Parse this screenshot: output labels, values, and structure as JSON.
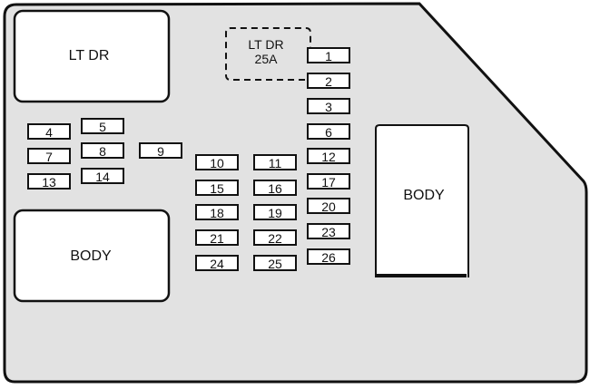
{
  "relays": {
    "top_left": "LT DR",
    "bottom_left": "BODY",
    "right": "BODY"
  },
  "circuit_breaker": {
    "line1": "LT DR",
    "line2": "25A"
  },
  "fuses": [
    "1",
    "2",
    "3",
    "4",
    "5",
    "6",
    "7",
    "8",
    "9",
    "10",
    "11",
    "12",
    "13",
    "14",
    "15",
    "16",
    "17",
    "18",
    "19",
    "20",
    "21",
    "22",
    "23",
    "24",
    "25",
    "26"
  ],
  "colors": {
    "panel": "#e2e2e2",
    "outline": "#111111",
    "box": "#ffffff"
  }
}
